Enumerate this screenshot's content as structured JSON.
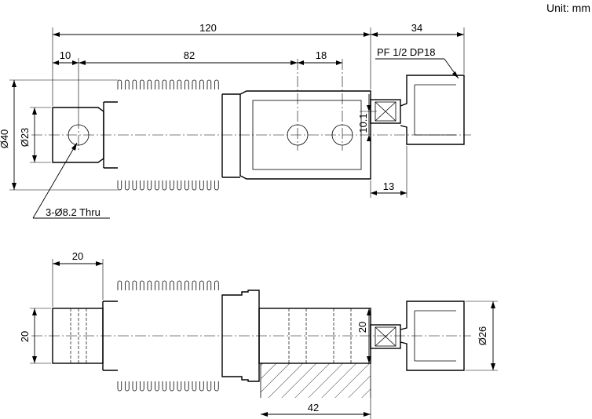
{
  "unit_label": "Unit: mm",
  "top_view": {
    "dim_overall": "120",
    "dim_right": "34",
    "dim_left_end": "10",
    "dim_center": "82",
    "dim_holes": "18",
    "thread_callout": "PF 1/2  DP18",
    "dim_offset": "10.1",
    "dim_flange": "13",
    "dim_outer_dia": "Ø40",
    "dim_inner_dia": "Ø23",
    "hole_callout": "3-Ø8.2 Thru"
  },
  "side_view": {
    "dim_end_length": "20",
    "dim_end_height": "20",
    "dim_block_height": "20",
    "dim_fitting_dia": "Ø26",
    "dim_block_length": "42"
  }
}
